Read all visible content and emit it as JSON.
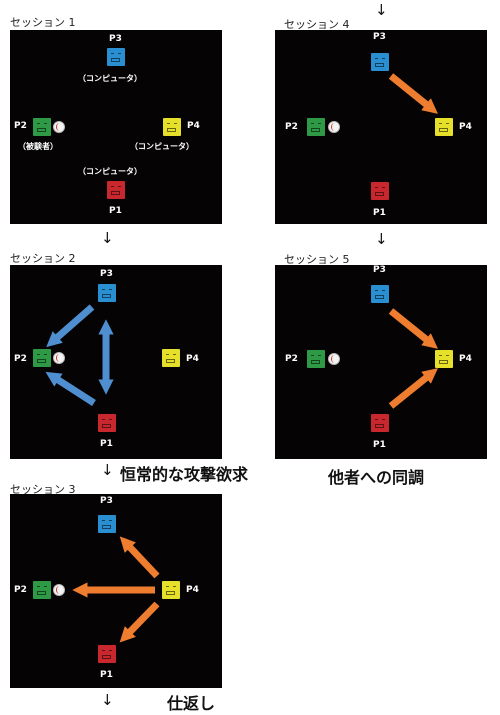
{
  "colors": {
    "panel_bg": "#050303",
    "p1": "#c8282d",
    "p2": "#2e9a46",
    "p3": "#2a8fd0",
    "p4": "#e6e02b",
    "arrow_blue": "#4f8fd0",
    "arrow_orange": "#ee7d30"
  },
  "players": {
    "p1": "P1",
    "p2": "P2",
    "p3": "P3",
    "p4": "P4"
  },
  "session1": {
    "label": "セッション 1",
    "note_p3": "（コンピュータ）",
    "note_p2": "（被験者）",
    "note_p4": "（コンピュータ）",
    "note_p1": "（コンピュータ）"
  },
  "session2": {
    "label": "セッション 2"
  },
  "session3": {
    "label": "セッション 3"
  },
  "session4": {
    "label": "セッション 4"
  },
  "session5": {
    "label": "セッション 5"
  },
  "captions": {
    "after_session2": "恒常的な攻撃欲求",
    "after_session3": "仕返し",
    "after_session5": "他者への同調"
  },
  "down_arrow": "↓",
  "icons": {
    "player_box": "face-box-icon",
    "ball": "ball-icon"
  }
}
